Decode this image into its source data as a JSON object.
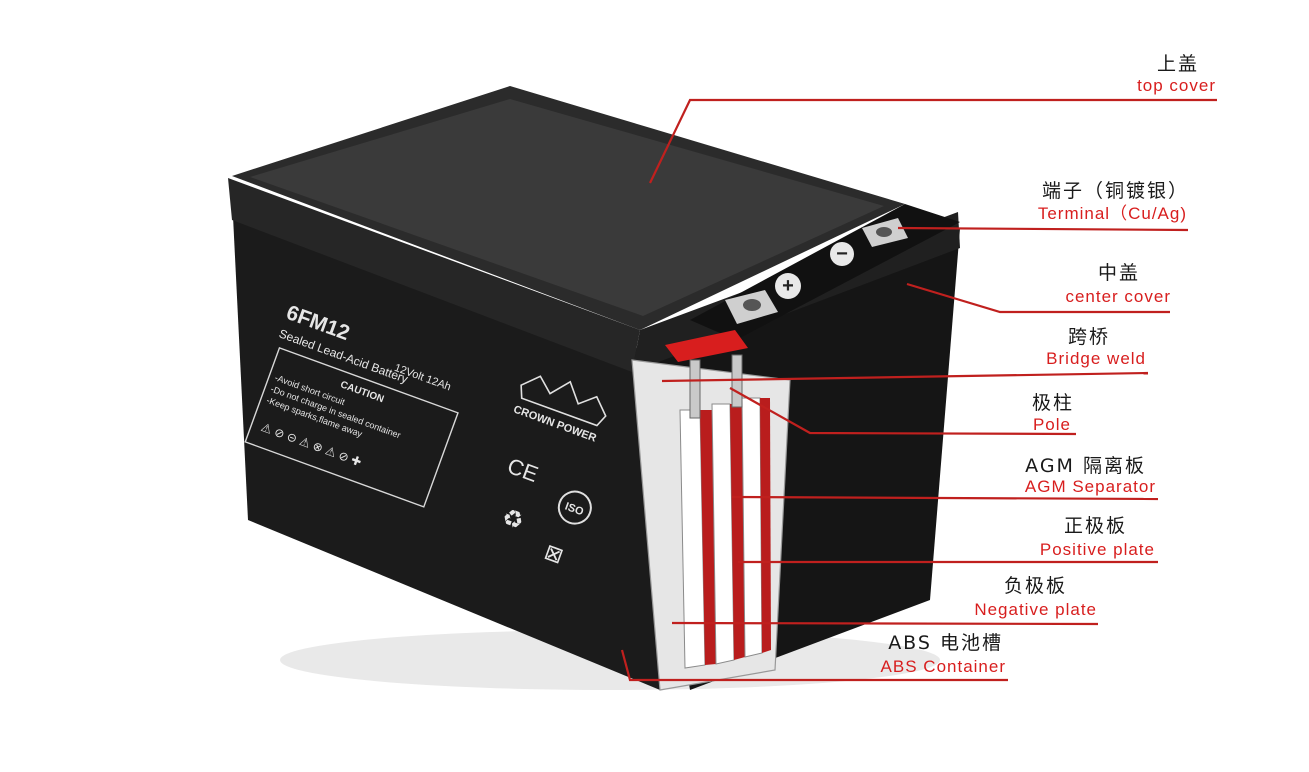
{
  "colors": {
    "accent": "#d81e1e",
    "battery_body": "#1b1b1b",
    "battery_top": "#2a2a2a",
    "label_text": "#1a1a1a"
  },
  "battery": {
    "model": "6FM12",
    "type_line": "Sealed Lead-Acid Battery",
    "rating": "12Volt  12Ah",
    "caution_title": "CAUTION",
    "caution_lines": [
      "-Avoid short circuit",
      "-Do not charge in sealed container",
      "-Keep sparks,flame away"
    ],
    "logo_text": "CROWN POWER",
    "marks": [
      "CE",
      "ISO"
    ],
    "terminal_pos": "+",
    "terminal_neg": "−"
  },
  "labels": {
    "top_cover": {
      "cn": "上盖",
      "en": "top cover"
    },
    "terminal": {
      "cn": "端子（铜镀银）",
      "en": "Terminal（Cu/Ag)"
    },
    "center_cover": {
      "cn": "中盖",
      "en": "center cover"
    },
    "bridge_weld": {
      "cn": "跨桥",
      "en": "Bridge weld"
    },
    "pole": {
      "cn": "极柱",
      "en": "Pole"
    },
    "agm_separator": {
      "cn": "AGM 隔离板",
      "en": "AGM Separator"
    },
    "positive_plate": {
      "cn": "正极板",
      "en": "Positive plate"
    },
    "negative_plate": {
      "cn": "负极板",
      "en": "Negative plate"
    },
    "abs_container": {
      "cn": "ABS 电池槽",
      "en": "ABS Container"
    }
  }
}
